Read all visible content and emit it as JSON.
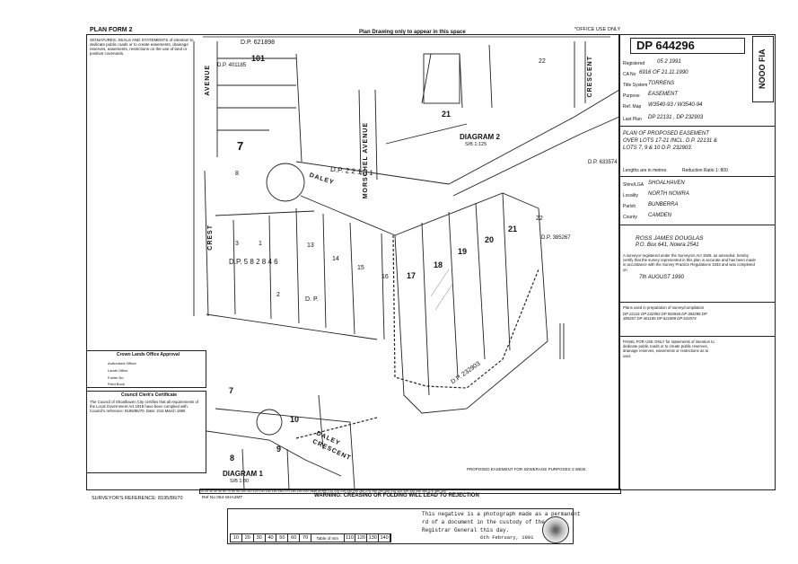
{
  "header": {
    "plan_form": "PLAN FORM 2",
    "plan_drawing_note": "Plan Drawing only to appear in this space",
    "office_use": "*OFFICE USE ONLY",
    "signatures_note": "SIGNATURES, SEALS AND STATEMENTS of intention to dedicate public roads or to create easements, drainage reserves, easements, restrictions on the use of land or positive covenants."
  },
  "right_panel": {
    "dp_number": "DP 644296",
    "sidebar_code": "NOOO FIA",
    "registered_label": "Registered",
    "registered_value": "05 2 1991",
    "ca_no_label": "CA No",
    "ca_no_value": "6916 OF 21.11.1990",
    "title_system_label": "Title System",
    "title_system_value": "TORRENS",
    "purpose_label": "Purpose",
    "purpose_value": "EASEMENT",
    "ref_map_label": "Ref. Map",
    "ref_map_value": "W3540-93 / W3540-94",
    "last_plan_label": "Last Plan",
    "last_plan_value": "DP 22131 , DP 232903",
    "plan_title": "PLAN OF PROPOSED EASEMENT OVER LOTS 17-21 INCL. D.P. 22131 & LOTS 7, 9 & 10 D.P. 232903.",
    "lengths_note": "Lengths are in metres",
    "reduction_ratio": "Reduction Ratio 1: 800",
    "lga_label": "Shire/LGA",
    "lga_value": "SHOALHAVEN",
    "locality_label": "Locality",
    "locality_value": "NORTH NOWRA",
    "parish_label": "Parish",
    "parish_value": "BUNBERRA",
    "county_label": "County",
    "county_value": "CAMDEN",
    "surveyor_name": "ROSS JAMES DOUGLAS",
    "surveyor_address": "P.O. Box 641, Nowra 2541",
    "surveyor_statement": "A surveyor registered under the Surveyors Act 1929, as amended, hereby certify that the survey represented in this plan is accurate and has been made in accordance with the Survey Practice Regulations 1933 and was completed on",
    "survey_date": "7th AUGUST 1990",
    "plans_used_label": "Plans used in preparation of survey/compilation",
    "plans_used": "DP 22131  DP 232903  DP 582846  DP 384296  DP 385267  DP 401185  DP 621898  DP 633574",
    "panel_note": "PANEL FOR USE ONLY for statements of intention to dedicate public roads or to create public reserves, drainage reserves, easements or restrictions as to user."
  },
  "crown_lands": {
    "title": "Crown Lands Office Approval",
    "lines": [
      "Authorised Officer",
      "Lands Office",
      "Folder No",
      "Field Book"
    ]
  },
  "council": {
    "title": "Council Clerk's Certificate",
    "text": "The Council of Shoalhaven City certifies that all requirements of the Local Government Act 1919 have been complied with. Council's reference: 8195/86/70. Date: 21st March 1990"
  },
  "plan": {
    "diagram1_label": "DIAGRAM 1",
    "diagram1_scale": "S/B 1:80",
    "diagram2_label": "DIAGRAM 2",
    "diagram2_scale": "S/B 1:125",
    "streets": {
      "avenue_left": "AVENUE",
      "crest": "CREST",
      "daley": "DALEY",
      "morschel": "MORSCHEL AVENUE",
      "crescent": "CRESCENT",
      "daley_crescent_diag": "DALEY CRESCENT"
    },
    "dp_labels": {
      "dp621898": "D.P. 621898",
      "dp401185": "D.P. 401185",
      "dp22131": "D.P.   2 2 1 3 1",
      "dp582846": "D.P.   5 8 2 8 4 6",
      "dp385267": "D.P. 385267",
      "dp633574": "D.P. 633574",
      "dp232903": "D.P. 232903",
      "dp_mid": "D. P."
    },
    "lots": [
      "101",
      "7",
      "8",
      "3",
      "1",
      "13",
      "14",
      "15",
      "16",
      "17",
      "18",
      "19",
      "20",
      "21",
      "22",
      "2",
      "7",
      "10",
      "9",
      "8",
      "21",
      "22"
    ],
    "legend": "PROPOSED EASEMENT FOR SEWERAGE PURPOSES 3 WIDE."
  },
  "footer": {
    "warning": "WARNING: CREASING OR FOLDING WILL LEAD TO REJECTION",
    "surveyor_ref": "SURVEYOR'S REFERENCE:  8195/86/70",
    "drawn_ref": "Ref No 064-SHA2MT",
    "scale_strip": "10  20  30  40  50  60  70  80  90  100  110  120  130  140  150  160  170  180  190  200  Table of mm  210  220  230  240  250  260  270  280  290  300  310  320  330  340  350  360  370  380  390",
    "photo_line1": "This negative is a photograph made as a permanent",
    "photo_line2": "rd of a document in the custody of the",
    "photo_line3": "Registrar General this day.",
    "photo_date": "6th February, 1991",
    "mm_scale": [
      "10",
      "20",
      "30",
      "40",
      "50",
      "60",
      "70",
      "Table of mm",
      "110",
      "120",
      "130",
      "140"
    ]
  }
}
